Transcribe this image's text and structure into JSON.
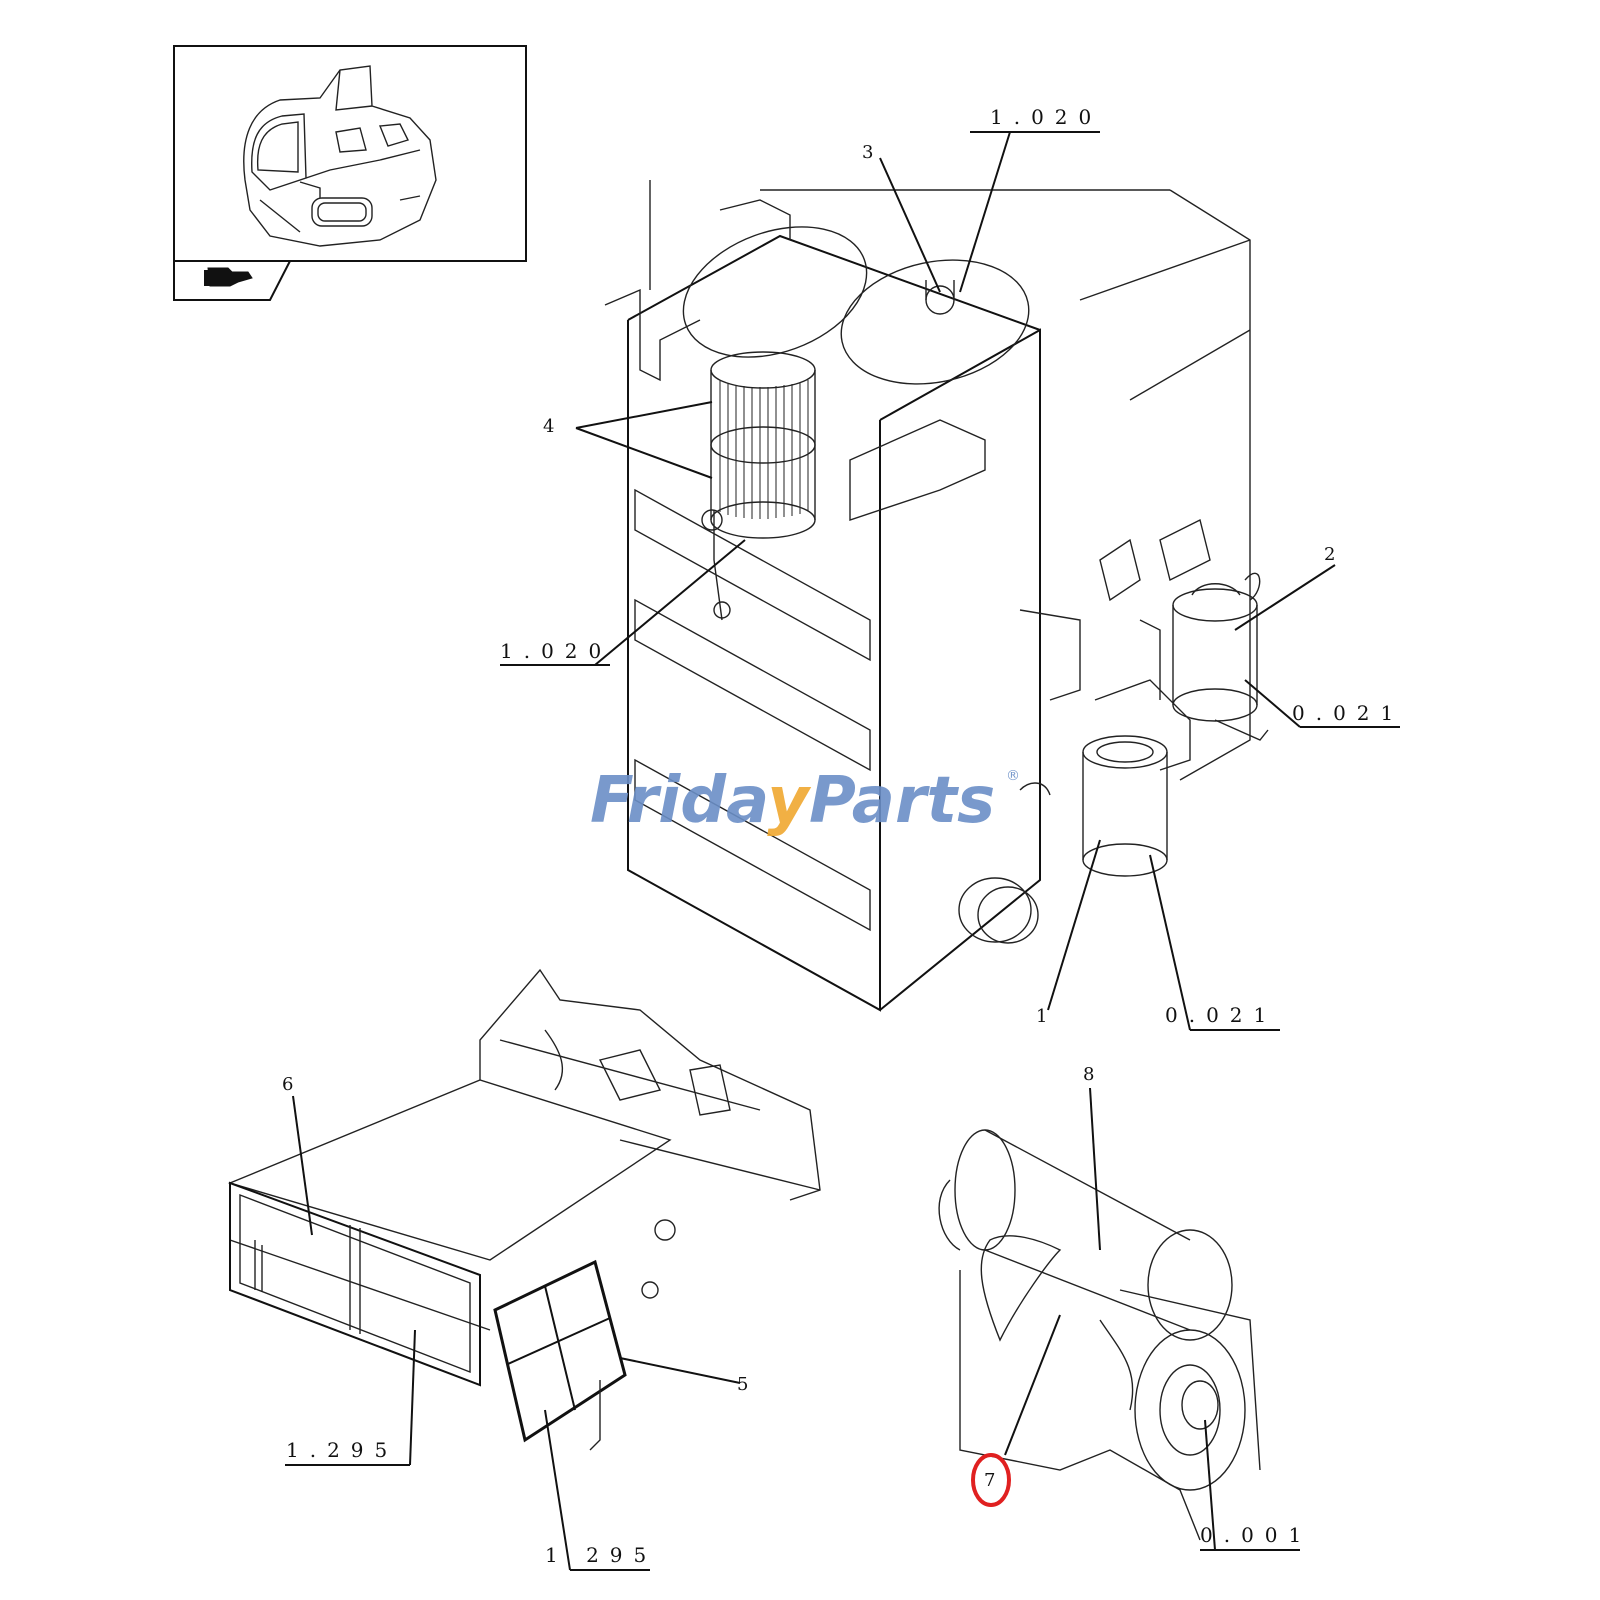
{
  "watermark": {
    "part1": "Frid",
    "part2": "a",
    "part3": "y",
    "part4": "Parts",
    "registered": "®",
    "color_blue": "#6b8fc7",
    "color_orange": "#f0a830"
  },
  "callouts": {
    "c1020_top": "1.020",
    "c3": "3",
    "c4": "4",
    "c1020_left": "1.020",
    "c2": "2",
    "c0021_right": "0.021",
    "c1": "1",
    "c0021_bottom": "0.021",
    "c6": "6",
    "c8": "8",
    "c5": "5",
    "c1295_left": "1.295",
    "c1295_bottom": "1 295",
    "c7": "7",
    "c0001": "0.001"
  },
  "highlight_color": "#e02020",
  "thumbnail": {
    "icon": "pointing-hand-icon"
  }
}
